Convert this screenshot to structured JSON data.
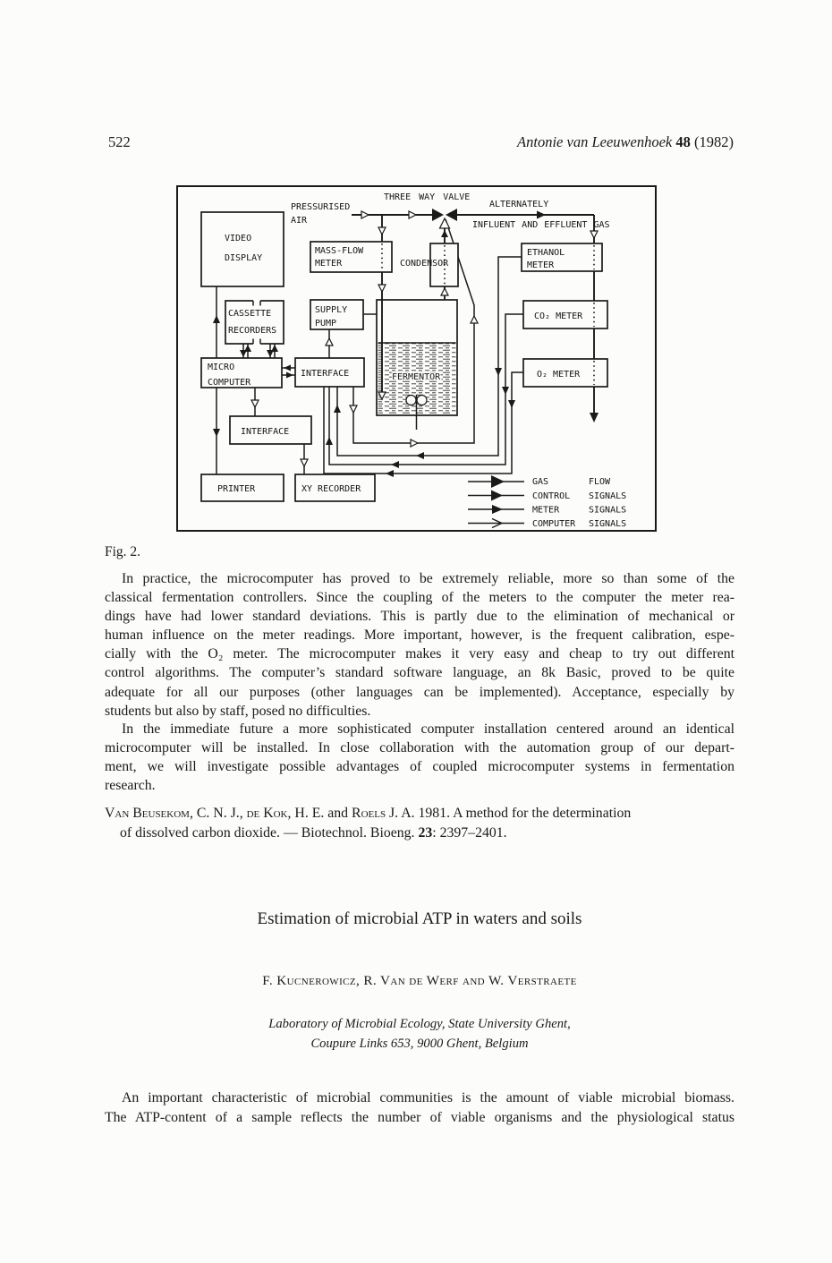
{
  "page": {
    "number": "522"
  },
  "header": {
    "journal": "Antonie van Leeuwenhoek",
    "volume": "48",
    "year": "(1982)"
  },
  "figure": {
    "caption": "Fig. 2.",
    "labels": {
      "pressurised": "PRESSURISED",
      "air": "AIR",
      "three_way_valve": "THREE WAY VALVE",
      "alternately": "ALTERNATELY",
      "influent": "INFLUENT AND EFFLUENT GAS",
      "video_1": "VIDEO",
      "video_2": "DISPLAY",
      "cassette_1": "CASSETTE",
      "cassette_2": "RECORDERS",
      "massflow_1": "MASS-FLOW",
      "massflow_2": "METER",
      "supply_1": "SUPPLY",
      "supply_2": "PUMP",
      "condensor": "CONDENSOR",
      "fermentor": "FERMENTOR",
      "ethanol_1": "ETHANOL",
      "ethanol_2": "METER",
      "co2": "CO₂ METER",
      "o2": "O₂ METER",
      "interface_top": "INTERFACE",
      "interface_bottom": "INTERFACE",
      "micro_1": "MICRO",
      "micro_2": "COMPUTER",
      "printer": "PRINTER",
      "xy": "XY RECORDER"
    },
    "legend": [
      {
        "c1": "GAS",
        "c2": "FLOW"
      },
      {
        "c1": "CONTROL",
        "c2": "SIGNALS"
      },
      {
        "c1": "METER",
        "c2": "SIGNALS"
      },
      {
        "c1": "COMPUTER",
        "c2": "SIGNALS"
      }
    ]
  },
  "body": {
    "p1": {
      "indent": true,
      "justify_last": false,
      "lines": [
        "In practice, the microcomputer has proved to be extremely reliable, more so than some of the",
        "classical fermentation controllers. Since the coupling of the meters to the computer the meter rea-",
        "dings have had lower standard deviations. This is partly due to the elimination of mechanical or",
        "human influence on the meter readings. More important, however, is the frequent calibration, espe-",
        "cially with the O₂ meter. The microcomputer makes it very easy and cheap to try out different",
        "control algorithms. The computer’s standard software language, an 8k Basic, proved to be quite",
        "adequate for all our purposes (other languages can be implemented). Acceptance, especially by",
        "students but also by staff, posed no difficulties."
      ]
    },
    "p2": {
      "indent": true,
      "justify_last": false,
      "lines": [
        "In the immediate future a more sophisticated computer installation centered around an identical",
        "microcomputer will be installed. In close collaboration with the automation group of our depart-",
        "ment, we will investigate possible advantages of coupled microcomputer systems in fermentation",
        "research."
      ]
    }
  },
  "reference": {
    "lines": [
      [
        {
          "t": "Van Beusekom",
          "sc": 1
        },
        {
          "t": ", C. N. J., "
        },
        {
          "t": "de Kok",
          "sc": 1
        },
        {
          "t": ", H. E. and "
        },
        {
          "t": "Roels",
          "sc": 1
        },
        {
          "t": " J. A. 1981. A method for the determination"
        }
      ],
      [
        {
          "t": "of dissolved carbon dioxide. — Biotechnol. Bioeng. "
        },
        {
          "t": "23",
          "b": 1
        },
        {
          "t": ": 2397–2401."
        }
      ]
    ]
  },
  "article": {
    "title": "Estimation of microbial ATP in waters and soils",
    "authors": "F. Kucnerowicz, R. Van de Werf and W. Verstraete",
    "affiliation1": "Laboratory of Microbial Ecology, State University Ghent,",
    "affiliation2": "Coupure Links 653, 9000 Ghent, Belgium",
    "intro": {
      "indent": true,
      "justify_last": true,
      "lines": [
        "An important characteristic of microbial communities is the amount of viable microbial biomass.",
        "The ATP-content of a sample reflects the number of viable organisms and the physiological status"
      ]
    }
  }
}
